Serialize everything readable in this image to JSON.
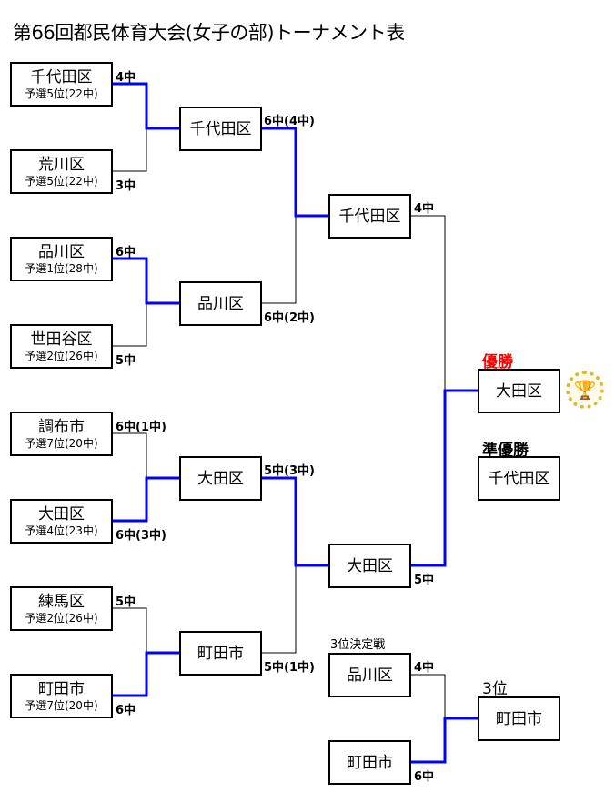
{
  "title": "第66回都民体育大会(女子の部)トーナメント表",
  "round1": [
    {
      "name": "千代田区",
      "prelim": "予選5位(22中)",
      "score": "4中"
    },
    {
      "name": "荒川区",
      "prelim": "予選5位(22中)",
      "score": "3中"
    },
    {
      "name": "品川区",
      "prelim": "予選1位(28中)",
      "score": "6中"
    },
    {
      "name": "世田谷区",
      "prelim": "予選2位(26中)",
      "score": "5中"
    },
    {
      "name": "調布市",
      "prelim": "予選7位(20中)",
      "score": "6中(1中)"
    },
    {
      "name": "大田区",
      "prelim": "予選4位(23中)",
      "score": "6中(3中)"
    },
    {
      "name": "練馬区",
      "prelim": "予選2位(26中)",
      "score": "5中"
    },
    {
      "name": "町田市",
      "prelim": "予選7位(20中)",
      "score": "6中"
    }
  ],
  "round2": [
    {
      "name": "千代田区",
      "score": "6中(4中)"
    },
    {
      "name": "品川区",
      "score": "6中(2中)"
    },
    {
      "name": "大田区",
      "score": "5中(3中)"
    },
    {
      "name": "町田市",
      "score": "5中(1中)"
    }
  ],
  "semifinal": [
    {
      "name": "千代田区",
      "score": "4中"
    },
    {
      "name": "大田区",
      "score": "5中"
    }
  ],
  "champion": {
    "label": "優勝",
    "name": "大田区",
    "label_color": "#ff0000"
  },
  "runner_up": {
    "label": "準優勝",
    "name": "千代田区"
  },
  "third_place_match": {
    "label": "3位決定戦",
    "teams": [
      {
        "name": "品川区",
        "score": "4中"
      },
      {
        "name": "町田市",
        "score": "6中"
      }
    ],
    "result_label": "3位",
    "result_name": "町田市"
  },
  "colors": {
    "winner_line": "#0000ff",
    "loser_line": "#000000"
  },
  "icons": {
    "trophy": "trophy-icon"
  }
}
